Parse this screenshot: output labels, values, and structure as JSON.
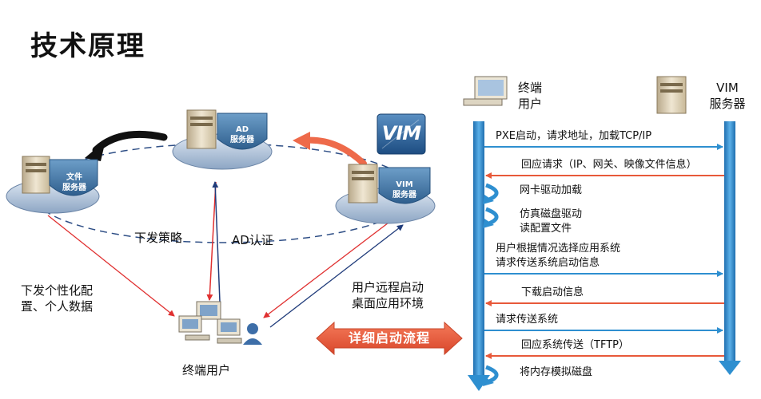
{
  "title": "技术原理",
  "servers": {
    "ad": "AD\n服务器",
    "file": "文件\n服务器",
    "vim": "VIM\n服务器"
  },
  "vim_logo": "VIM",
  "labels": {
    "policy": "下发策略",
    "ad_auth": "AD认证",
    "personal": "下发个性化配\n置、个人数据",
    "remote": "用户远程启动\n桌面应用环境",
    "terminal_users": "终端用户",
    "detail_button": "详细启动流程"
  },
  "sequence": {
    "left_head": "终端\n用户",
    "right_head": "VIM\n服务器",
    "steps": [
      {
        "text": "PXE启动，请求地址，加载TCP/IP",
        "dir": "right"
      },
      {
        "text": "回应请求（IP、网关、映像文件信息）",
        "dir": "left"
      },
      {
        "text": "网卡驱动加载",
        "dir": "self"
      },
      {
        "text": "仿真磁盘驱动\n读配置文件",
        "dir": "self"
      },
      {
        "text": "用户根据情况选择应用系统\n请求传送系统启动信息",
        "dir": "right"
      },
      {
        "text": "下载启动信息",
        "dir": "left"
      },
      {
        "text": "请求传送系统",
        "dir": "right"
      },
      {
        "text": "回应系统传送（TFTP）",
        "dir": "left"
      },
      {
        "text": "将内存模拟磁盘",
        "dir": "self"
      }
    ]
  },
  "colors": {
    "lifeline": "#2e8fd0",
    "right_arrow": "#2e8fd0",
    "left_arrow": "#e8593a",
    "shield": "#4d86b5",
    "red_line": "#e03030",
    "navy_line": "#1f3b7a"
  }
}
